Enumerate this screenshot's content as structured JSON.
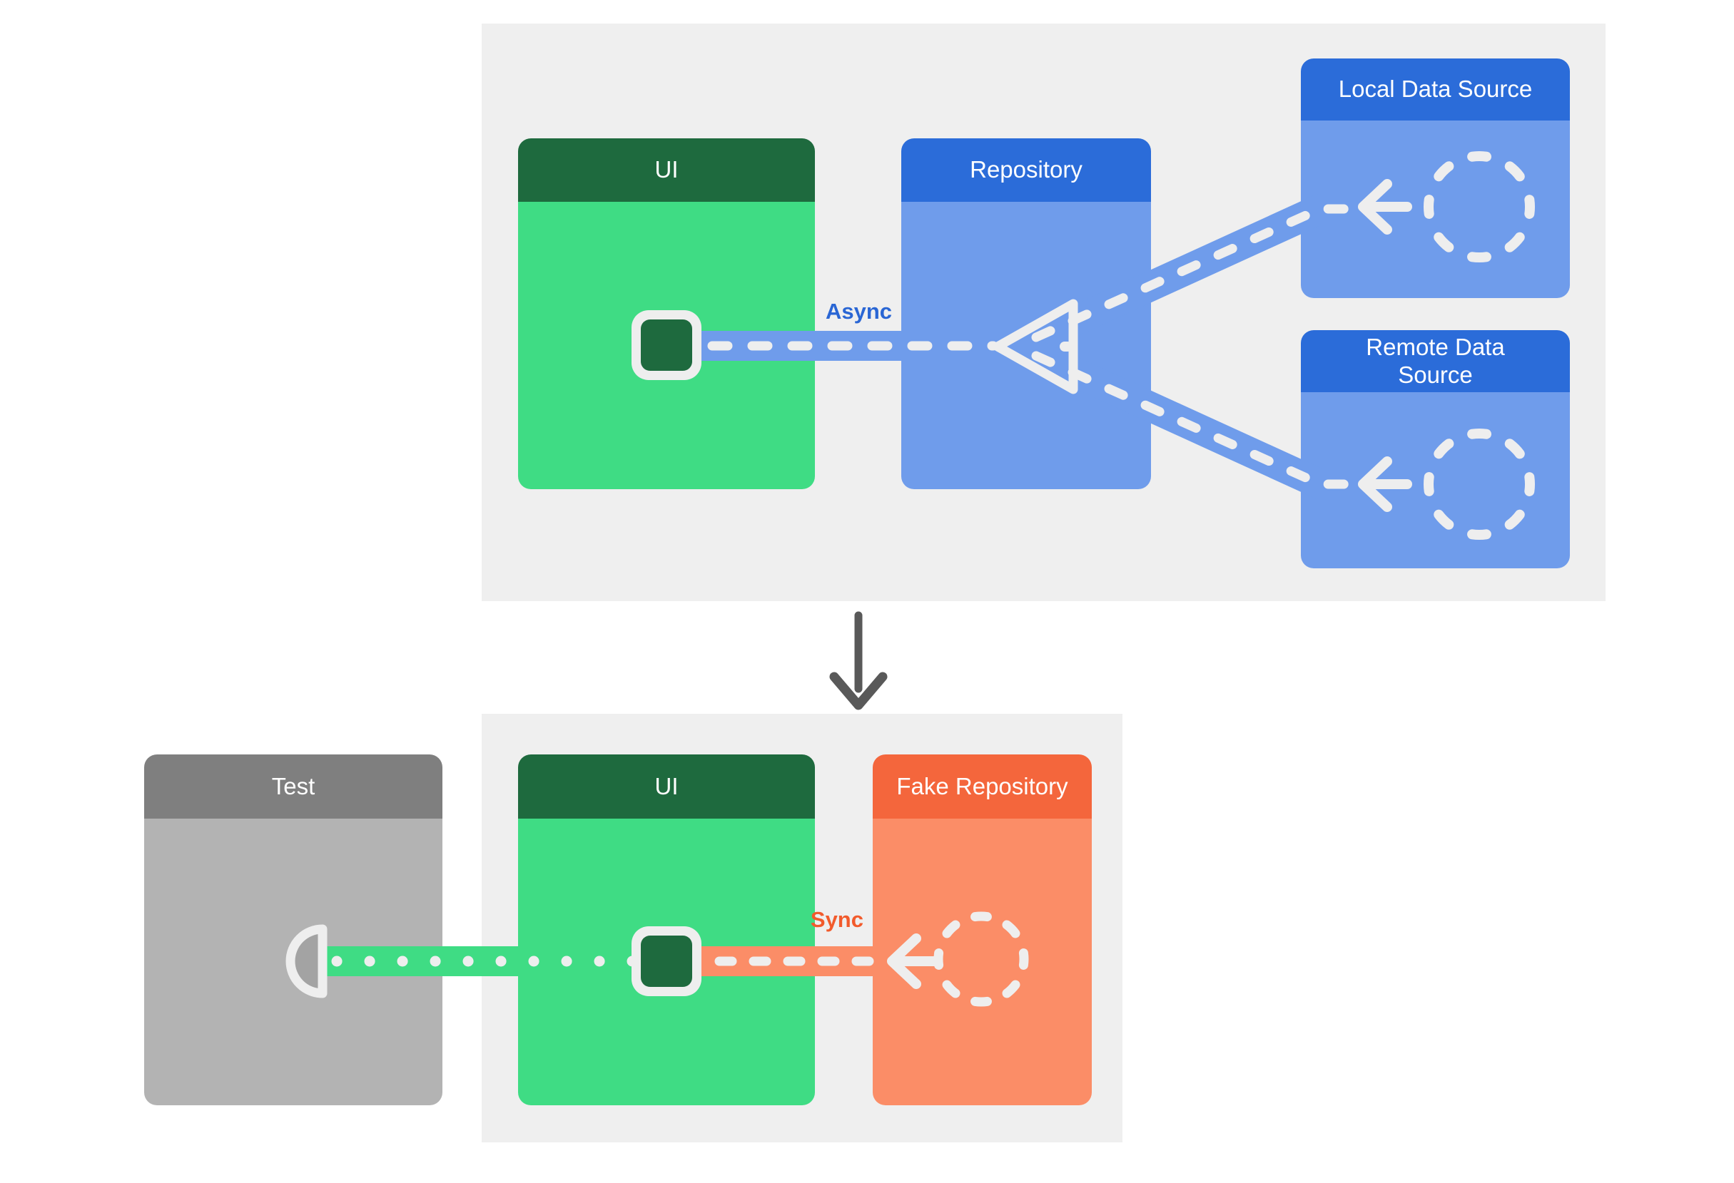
{
  "colors": {
    "panel_bg": "#efefef",
    "ui_header_green": "#1e6a3e",
    "ui_body_green": "#3fdc84",
    "blue_header": "#2b6cd9",
    "blue_body": "#6f9ceb",
    "orange_header": "#f4663c",
    "orange_body": "#fb8d67",
    "test_header_gray": "#7f7f7f",
    "test_body_gray": "#b3b3b3",
    "socket_fill_gray": "#a3a3a3",
    "stroke_white": "#eeeeee",
    "async_label_blue": "#2a66d4",
    "sync_label_orange": "#f25b2c",
    "down_arrow_gray": "#595959"
  },
  "top_panel": {
    "boxes": {
      "ui": {
        "title": "UI"
      },
      "repository": {
        "title": "Repository"
      },
      "local_data_source": {
        "title": "Local Data Source"
      },
      "remote_data_source": {
        "title": "Remote Data Source"
      }
    },
    "connection_label": "Async"
  },
  "bottom_panel": {
    "boxes": {
      "test": {
        "title": "Test"
      },
      "ui": {
        "title": "UI"
      },
      "fake_repository": {
        "title": "Fake Repository"
      }
    },
    "connection_label": "Sync"
  },
  "icons": [
    "socket-icon",
    "plug-icon",
    "merge-triangle-icon",
    "left-arrow-icon",
    "dashed-circle-icon",
    "down-arrow-icon"
  ]
}
